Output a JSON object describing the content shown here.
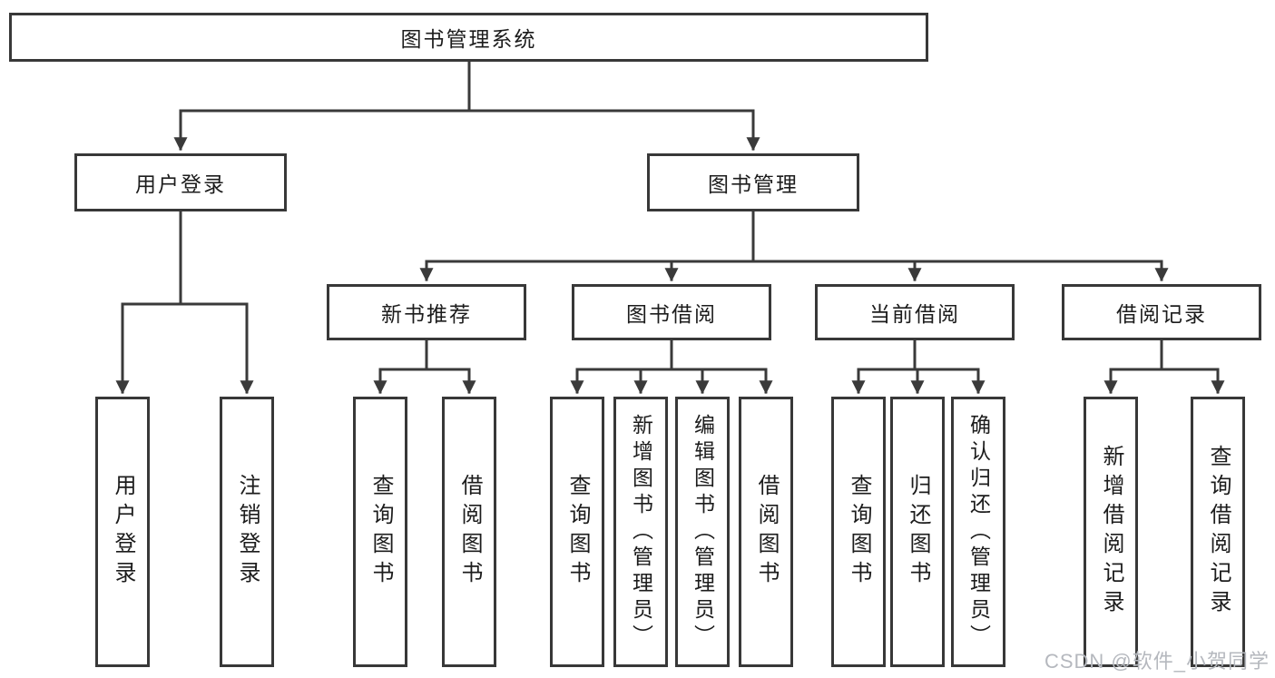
{
  "diagram": {
    "root": {
      "label": "图书管理系统"
    },
    "branches": [
      {
        "label": "用户登录",
        "children": [
          {
            "label": "用户登录"
          },
          {
            "label": "注销登录"
          }
        ]
      },
      {
        "label": "图书管理",
        "children": [
          {
            "label": "新书推荐",
            "children": [
              {
                "label": "查询图书"
              },
              {
                "label": "借阅图书"
              }
            ]
          },
          {
            "label": "图书借阅",
            "children": [
              {
                "label": "查询图书"
              },
              {
                "label": "新增图书（管理员）"
              },
              {
                "label": "编辑图书（管理员）"
              },
              {
                "label": "借阅图书"
              }
            ]
          },
          {
            "label": "当前借阅",
            "children": [
              {
                "label": "查询图书"
              },
              {
                "label": "归还图书"
              },
              {
                "label": "确认归还（管理员）"
              }
            ]
          },
          {
            "label": "借阅记录",
            "children": [
              {
                "label": "新增借阅记录"
              },
              {
                "label": "查询借阅记录"
              }
            ]
          }
        ]
      }
    ]
  },
  "watermark": {
    "text": "CSDN @软件_小贺同学"
  },
  "colors": {
    "line": "#3a3a3a",
    "border": "#383838",
    "text": "#1c1c1c",
    "background": "#ffffff",
    "watermark": "#b5b8be"
  }
}
